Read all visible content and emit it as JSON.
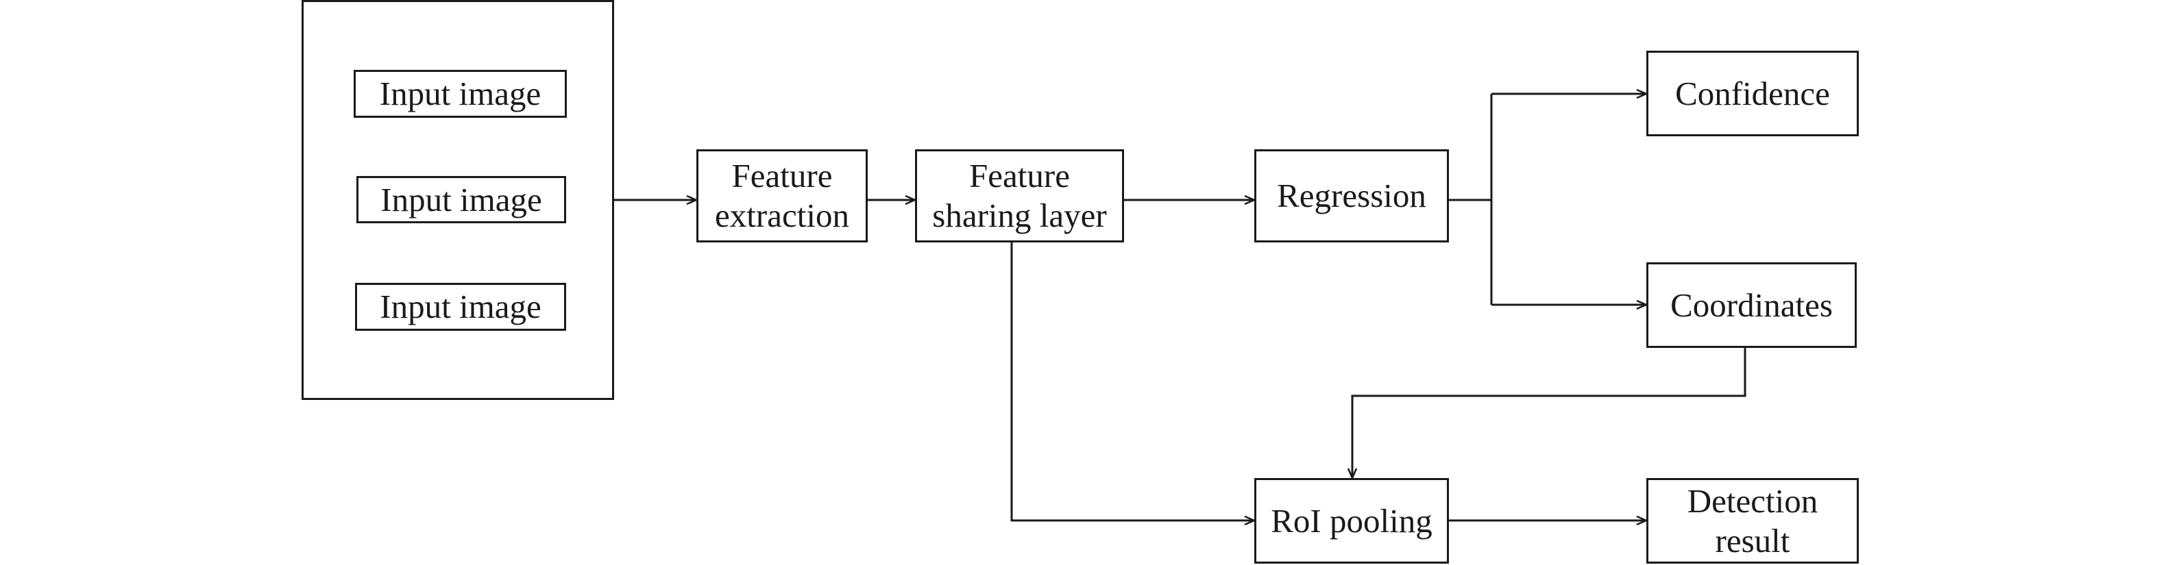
{
  "diagram": {
    "input_images": [
      "Input image",
      "Input image",
      "Input image"
    ],
    "nodes": {
      "feature_extraction": "Feature\nextraction",
      "feature_sharing_layer": "Feature\nsharing layer",
      "regression": "Regression",
      "confidence": "Confidence",
      "coordinates": "Coordinates",
      "roi_pooling": "RoI pooling",
      "detection_result": "Detection\nresult"
    },
    "line_color": "#1a1a1a"
  }
}
